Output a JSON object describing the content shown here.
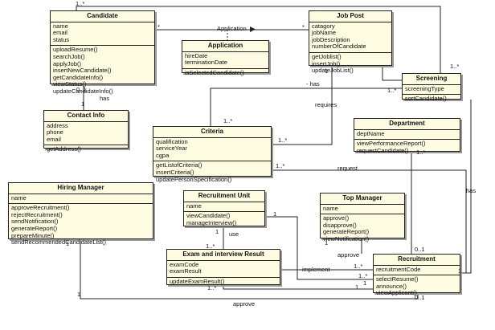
{
  "classes": {
    "candidate": {
      "name": "Candidate",
      "attributes": [
        "name",
        "email",
        "status"
      ],
      "operations": [
        "uploadResume()",
        "searchJob()",
        "applyJob()",
        "insertNewCandidate()",
        "getCandidateInfo()",
        "viewStatus()",
        "updateCandidateInfo()"
      ]
    },
    "application": {
      "name": "Application",
      "attributes": [
        "hireDate",
        "terminationDate"
      ],
      "operations": [
        "isSelectedCandidate()"
      ]
    },
    "job_post": {
      "name": "Job Post",
      "attributes": [
        "catagory",
        "jobName",
        "jobDescription",
        "numberOfCandidate"
      ],
      "operations": [
        "getJoblist()",
        "insertJob()",
        "updateJobList()"
      ]
    },
    "screening": {
      "name": "Screening",
      "attributes": [
        "screeningType"
      ],
      "operations": [
        "sortCandidate()"
      ]
    },
    "contact_info": {
      "name": "Contact Info",
      "attributes": [
        "address",
        "phone",
        "email"
      ],
      "operations": [
        "getAddress()"
      ]
    },
    "criteria": {
      "name": "Criteria",
      "attributes": [
        "qualification",
        "serviceYear",
        "cgpa"
      ],
      "operations": [
        "getListofCriteria()",
        "insertCriteria()",
        "updatePersonSpecification()"
      ]
    },
    "department": {
      "name": "Department",
      "attributes": [
        "deptName"
      ],
      "operations": [
        "viewPerformanceReport()",
        "requestCandidate()"
      ]
    },
    "hiring_manager": {
      "name": "Hiring Manager",
      "attributes": [
        "name"
      ],
      "operations": [
        "approveRecruitment()",
        "rejectRecruitment()",
        "sendNotification()",
        "generateReport()",
        "prepareMinute()",
        "sendRecommendedCandidateList()"
      ]
    },
    "recruitment_unit": {
      "name": "Recruitment Unit",
      "attributes": [
        "name"
      ],
      "operations": [
        "viewCandidate()",
        "manageInterview()"
      ]
    },
    "top_manager": {
      "name": "Top Manager",
      "attributes": [
        "name"
      ],
      "operations": [
        "approve()",
        "disapprove()",
        "generateReport()",
        "viewNotification()"
      ]
    },
    "exam_result": {
      "name": "Exam and interview Result",
      "attributes": [
        "examCode",
        "examResult"
      ],
      "operations": [
        "updateExamResult()"
      ]
    },
    "recruitment": {
      "name": "Recruitment",
      "attributes": [
        "recruitmentCode"
      ],
      "operations": [
        "selectResume()",
        "announce()",
        "viewApplicant()"
      ]
    }
  },
  "labels": {
    "application_assoc": "Application",
    "has_contact": "has",
    "has_screening": "- has",
    "requires": "requires",
    "request": "request",
    "has_recruitment": "has",
    "use": "use",
    "approve_top": "approve",
    "implement": "implement",
    "approve_bottom": "approve"
  },
  "multiplicities": {
    "top_1star": "1..*",
    "cand_star": "*",
    "jobpost_star": "*",
    "cand_bottom": "0..1",
    "contact_top": "1",
    "jobpost_bottom": "1",
    "screening_left": "1..*",
    "screening_topright": "1..*",
    "criteria_top": "1..*",
    "criteria_right": "1..*",
    "criteria_bottom_right": "1..*",
    "dept_bottom": "1..*",
    "hm_bottom": "1",
    "ru_right": "1",
    "ru_bottom": "1",
    "exam_top": "1..*",
    "exam_right": "1..*",
    "exam_bottom_left": "1..*",
    "tm_bottom": "1",
    "rec_top": "0..1",
    "rec_left": "1..*",
    "rec_left2": "1",
    "rec_left3": "1",
    "rec_right": "1",
    "rec_bottom": "0..1",
    "hm_rec_bottom": "1"
  }
}
